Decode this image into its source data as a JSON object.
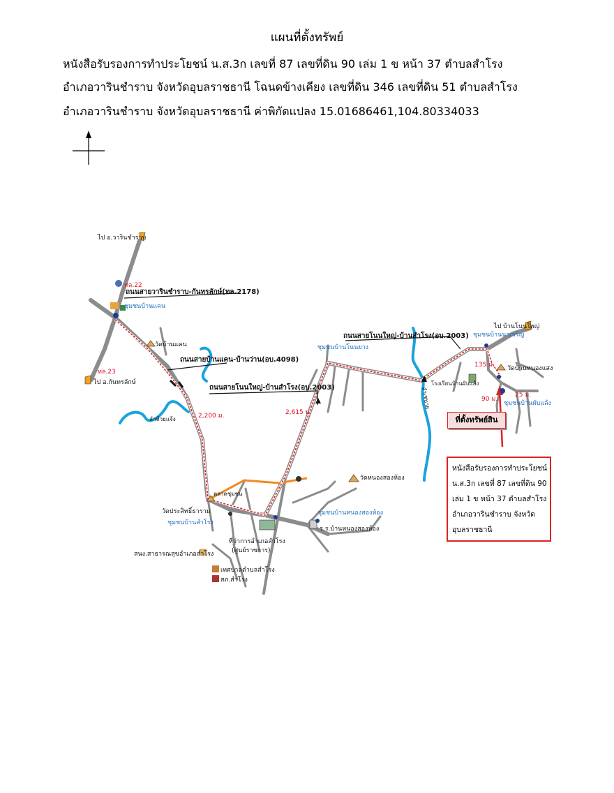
{
  "document": {
    "title": "แผนที่ตั้งทรัพย์",
    "line1": "หนังสือรับรองการทำประโยชน์ น.ส.3ก  เลขที่ 87 เลขที่ดิน 90 เล่ม 1 ข หน้า 37 ตำบลสำโรง",
    "line2": "อำเภอวารินชำราบ จังหวัดอุบลราชธานี โฉนดข้างเคียง เลขที่ดิน 346 เลขที่ดิน 51 ตำบลสำโรง",
    "line3": "อำเภอวารินชำราบ จังหวัดอุบลราชธานี ค่าพิกัดแปลง 15.01686461,104.80334033"
  },
  "map": {
    "labels": {
      "to_warin": "ไป อ.วารินชำราบ",
      "to_kanthararak": "ไป อ.กันทรลักษ์",
      "to_ban_non_yai": "ไป บ้านโนนใหญ่",
      "route_22": "ทล.22",
      "route_23": "ทล.23",
      "road_2178": "ถนนสายวารินชำราบ-กันทรลักษ์(ทล.2178)",
      "road_4098": "ถนนสายบ้านแคน-บ้านว่าน(อบ.4098)",
      "road_2003_a": "ถนนสายโนนใหญ่-บ้านสำโรง(อบ.2003)",
      "road_2003_b": "ถนนสายโนนใหญ่-บ้านสำโรง(อบ.2003)",
      "comm_ban_khaen": "ชุมชนบ้านแคน",
      "wat_ban_khaen": "วัดบ้านแคน",
      "comm_non_yang": "ชุมชนบ้านโนนยาง",
      "comm_na_charoen": "ชุมชนบ้านนาเจริญ",
      "wat_ban_khaeng": "วัดบ้านหนองแสง",
      "school_ban": "โรงเรียนบ้านผับแล้ง",
      "comm_ban_dan": "ชุมชนบ้านผับแล้ง",
      "huai_jan": "ลำห้วยแจ้ง",
      "lam_se": "ลำเซบาย",
      "market": "ตลาดชุมชน",
      "wat_prasit": "วัดประสิทธิ์ธาราม",
      "comm_samrong": "ชุมชนบ้านสำโรง",
      "wat_nong_song": "วัดหนองสองห้อง",
      "comm_nong_song": "ชุมชนบ้านหนองสองห้อง",
      "school_nong_song": "ร.ร.บ้านหนองสองห้อง",
      "district_office": "ที่ว่าการอำเภอสำโรง",
      "district_office_2": "(ศูนย์ราชการ)",
      "health_office": "สนง.สาธารณสุขอำเภอสำโรง",
      "municipality": "เทศบาลตำบลสำโรง",
      "police": "สภ.สำโรง",
      "dist_2200": "2,200 ม.",
      "dist_2615": "2,615 ม.",
      "dist_135": "135 ม.",
      "dist_25": "25 ม.",
      "dist_90": "90 ม.",
      "site": "ที่ตั้งทรัพย์สิน"
    },
    "colors": {
      "road": "#8c8c8c",
      "river": "#1aa3dd",
      "route_dash": "#e02020",
      "orange_road": "#f08a24",
      "label_blue": "#1f6fc0"
    }
  },
  "infobox": {
    "line1": "หนังสือรับรองการทำประโยชน์",
    "line2": "น.ส.3ก  เลขที่ 87 เลขที่ดิน 90",
    "line3": "เล่ม 1 ข หน้า 37 ตำบลสำโรง",
    "line4": "อำเภอวารินชำราบ จังหวัด",
    "line5": "อุบลราชธานี"
  }
}
